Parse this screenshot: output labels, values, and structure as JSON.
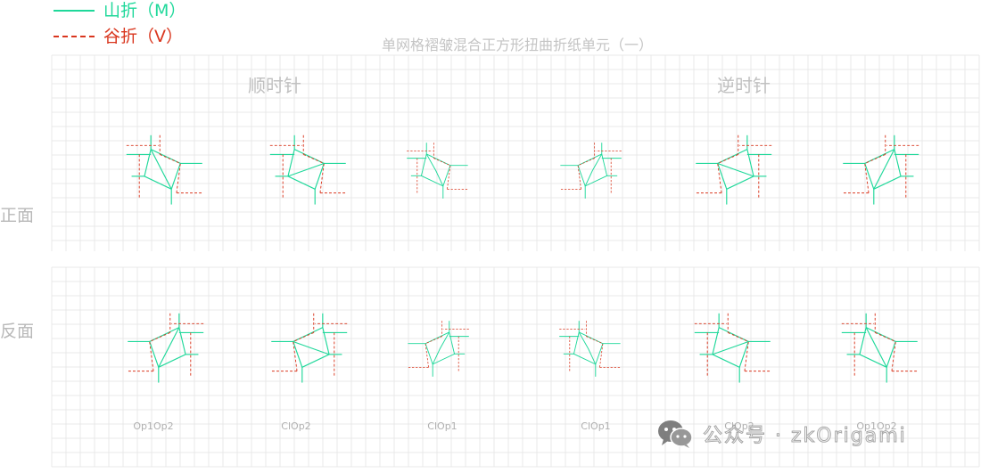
{
  "legend": {
    "mountain": {
      "label": "山折（M）",
      "color": "#1fd89a",
      "style": "solid"
    },
    "valley": {
      "label": "谷折（V）",
      "color": "#d9361e",
      "style": "dashed"
    }
  },
  "title": "单网格褶皱混合正方形扭曲折纸单元（一）",
  "directions": {
    "clockwise": "顺时针",
    "counterclockwise": "逆时针"
  },
  "sides": {
    "front": "正面",
    "back": "反面"
  },
  "captions": [
    "Op1Op2",
    "ClOp2",
    "ClOp1",
    "ClOp1",
    "ClOp2",
    "Op1Op2"
  ],
  "watermark": {
    "text": "公众号 · zkOrigami",
    "icon": "wechat-icon"
  },
  "colors": {
    "mountain": "#1fd89a",
    "valley": "#d9361e",
    "grid": "#e8e8e8"
  }
}
